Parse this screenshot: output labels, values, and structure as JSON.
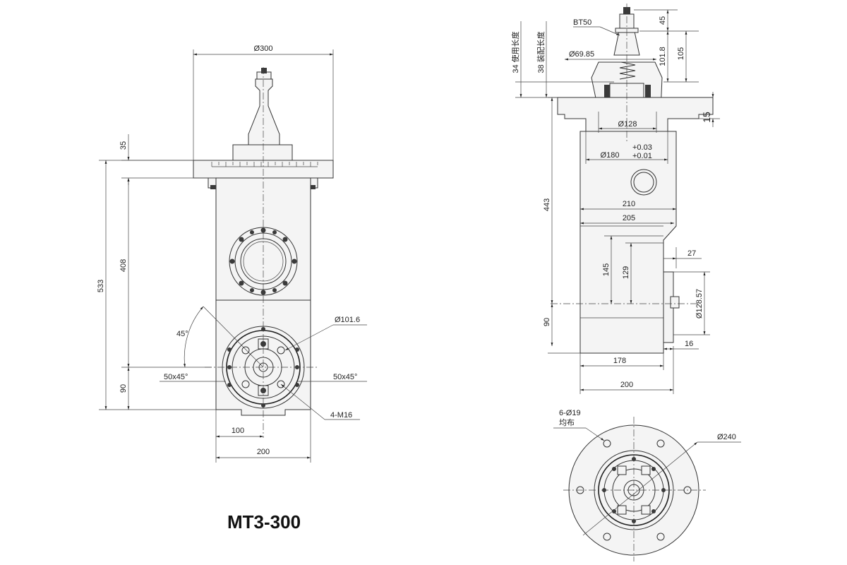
{
  "title": "MT3-300",
  "left_view": {
    "dims": {
      "d300": "Ø300",
      "h35": "35",
      "h533": "533",
      "h408": "408",
      "h90": "90",
      "ang45": "45°",
      "d101_6": "Ø101.6",
      "c50_left": "50x45°",
      "c50_right": "50x45°",
      "m16": "4-M16",
      "w100": "100",
      "w200": "200"
    }
  },
  "side_view": {
    "dims": {
      "bt50": "BT50",
      "use_len": "34 使用长度",
      "assy_len": "38 装配长度",
      "d69_85": "Ø69.85",
      "h45": "45",
      "h101_8": "101.8",
      "h105": "105",
      "h15": "15",
      "d128": "Ø128",
      "tol_plus": "+0.03",
      "tol_minus": "+0.01",
      "d180": "Ø180",
      "h443": "443",
      "w210": "210",
      "w205": "205",
      "w27": "27",
      "h145": "145",
      "h129": "129",
      "d128_57": "Ø128.57",
      "h90": "90",
      "w16": "16",
      "w178": "178",
      "w200": "200"
    }
  },
  "bottom_view": {
    "dims": {
      "holes": "6-Ø19",
      "holes_note": "均布",
      "d240": "Ø240"
    }
  }
}
